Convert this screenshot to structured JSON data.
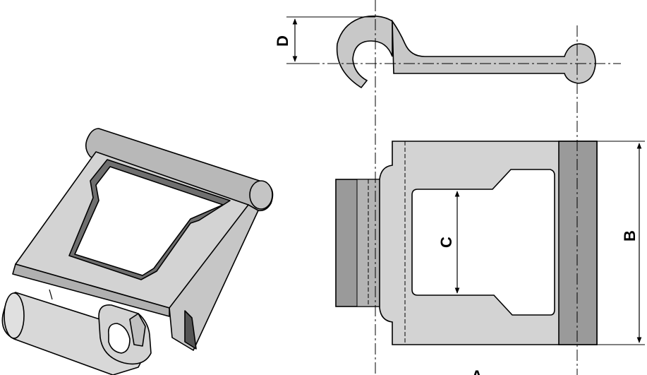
{
  "dimensions": {
    "d": "D",
    "c": "C",
    "b": "B",
    "a": "A"
  },
  "colors": {
    "part_fill": "#d3d3d3",
    "part_dark": "#9a9a9a",
    "part_mid": "#b8b8b8",
    "outline": "#000000",
    "background": "#ffffff"
  },
  "views": [
    "isometric-view",
    "side-profile-view",
    "top-plan-view"
  ]
}
